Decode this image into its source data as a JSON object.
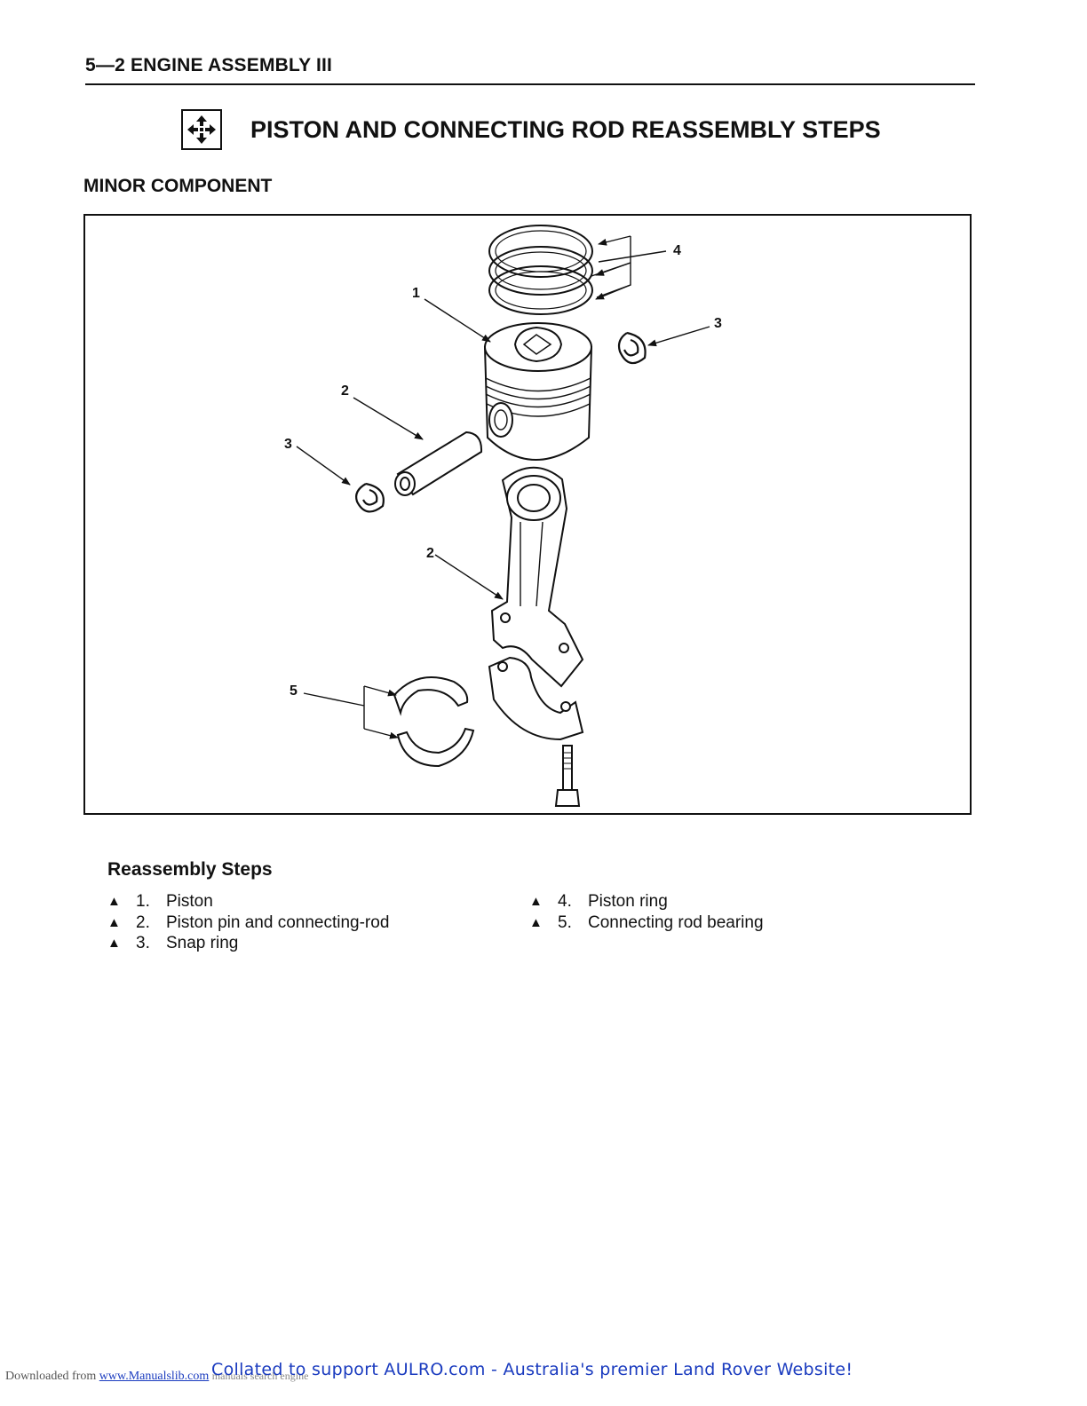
{
  "header": {
    "text": "5—2 ENGINE ASSEMBLY III"
  },
  "title": {
    "text": "PISTON AND CONNECTING ROD REASSEMBLY STEPS",
    "icon": "reassembly-arrows-icon"
  },
  "section": {
    "heading": "MINOR COMPONENT"
  },
  "figure": {
    "callouts": {
      "c1": "1",
      "c2a": "2",
      "c2b": "2",
      "c3a": "3",
      "c3b": "3",
      "c4": "4",
      "c5": "5"
    }
  },
  "steps": {
    "heading": "Reassembly Steps",
    "marker": "▲",
    "items": [
      {
        "num": "1.",
        "label": "Piston"
      },
      {
        "num": "2.",
        "label": "Piston pin and connecting-rod"
      },
      {
        "num": "3.",
        "label": "Snap ring"
      },
      {
        "num": "4.",
        "label": "Piston ring"
      },
      {
        "num": "5.",
        "label": "Connecting rod bearing"
      }
    ]
  },
  "footer": {
    "downloaded": "Downloaded from",
    "link": "www.Manualslib.com",
    "extra": "manuals search engine",
    "collated": "Collated to support AULRO.com - Australia's premier Land Rover Website!"
  }
}
